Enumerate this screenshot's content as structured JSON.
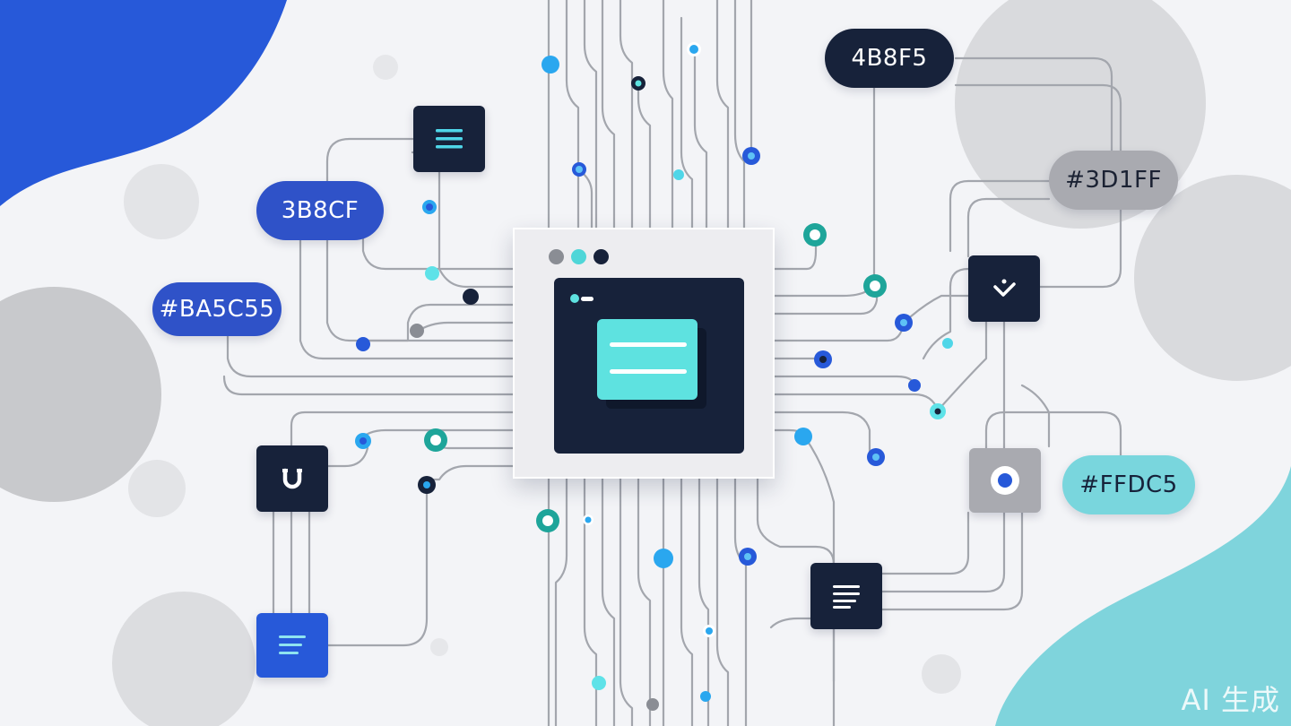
{
  "labels": {
    "code_a": "3B8CF",
    "code_b": "#BA5C55",
    "code_c": "4B8F5",
    "code_d": "#3D1FF",
    "code_e": "#FFDC5"
  },
  "watermark": "AI 生成",
  "colors": {
    "background": "#f3f4f7",
    "accent_blue": "#2f52c8",
    "navy": "#17223a",
    "teal": "#79d6dd",
    "cyan": "#5ee2e0",
    "grey": "#a9aab0"
  },
  "icons": [
    "list-icon",
    "horseshoe-icon",
    "checkmark-icon",
    "target-icon",
    "document-icon"
  ]
}
